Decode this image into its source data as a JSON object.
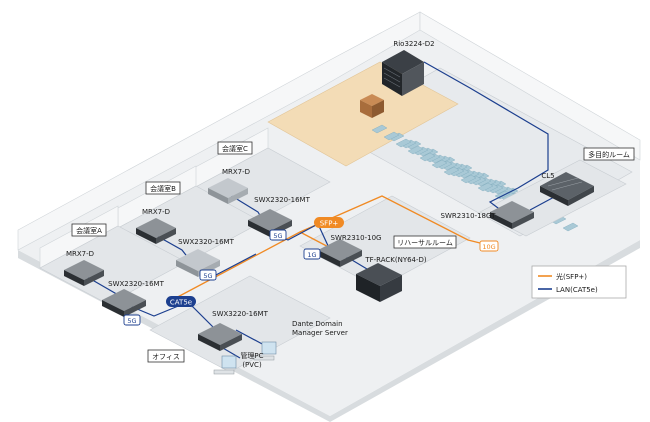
{
  "colors": {
    "fiber": "#f08a24",
    "lan": "#1c3f8f",
    "stage": "#f3dcb6",
    "badge_lan": "#1c3f8f",
    "badge_fiber": "#f08a24"
  },
  "rooms": {
    "room_a": "会議室A",
    "room_b": "会議室B",
    "room_c": "会議室C",
    "office": "オフィス",
    "rehearsal": "リハーサルルーム",
    "multipurpose": "多目的ルーム"
  },
  "devices": {
    "rio": "Rio3224-D2",
    "mrx_a": "MRX7-D",
    "mrx_b": "MRX7-D",
    "mrx_c": "MRX7-D",
    "swx_a": "SWX2320-16MT",
    "swx_b": "SWX2320-16MT",
    "swx_c": "SWX2320-16MT",
    "swx_office": "SWX3220-16MT",
    "swr_rehearsal": "SWR2310-10G",
    "swr_multi": "SWR2310-18GT",
    "cl5": "CL5",
    "tf_rack": "TF-RACK(NY64-D)",
    "dante_server_line1": "Dante Domain",
    "dante_server_line2": "Manager Server",
    "pc_line1": "管理PC",
    "pc_line2": "(PVC)"
  },
  "badges": {
    "sfp": "SFP+",
    "cat5e": "CAT5e",
    "g5_a": "5G",
    "g5_b": "5G",
    "g5_c": "5G",
    "g1": "1G",
    "g10": "10G"
  },
  "legend": {
    "fiber": "光(SFP+)",
    "lan": "LAN(CAT5e)"
  }
}
